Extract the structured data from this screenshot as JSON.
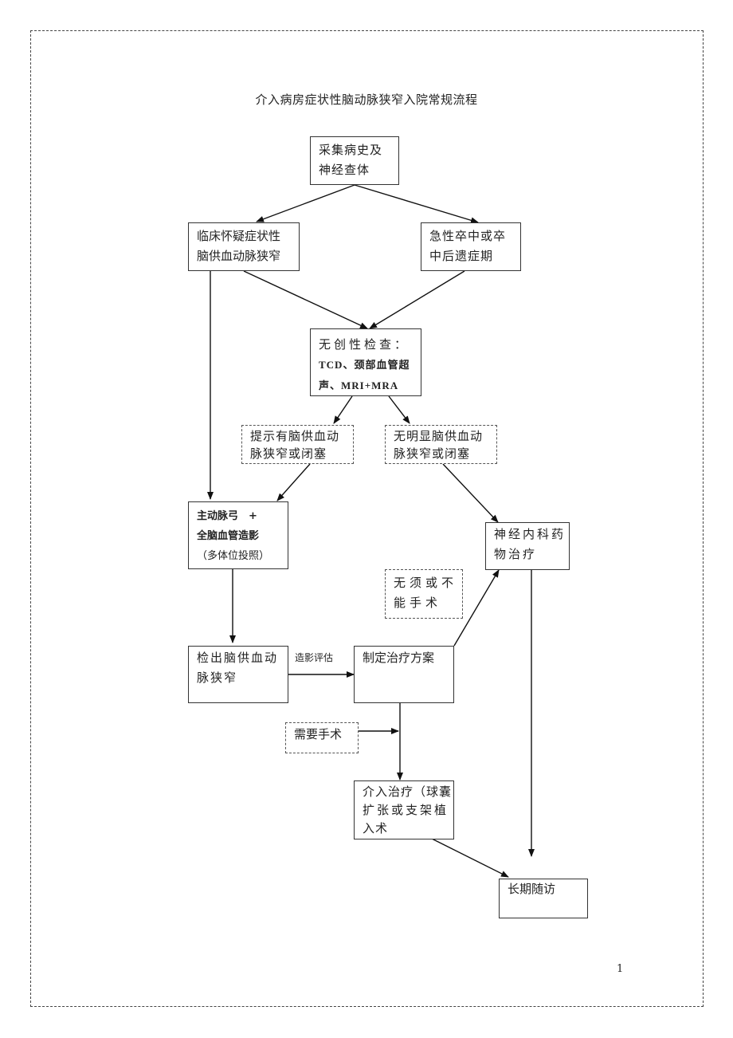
{
  "title": "介入病房症状性脑动脉狭窄入院常规流程",
  "page_number": "1",
  "nodes": {
    "collect_history": {
      "lines": [
        "采集病史及",
        "神经查体"
      ]
    },
    "clinical_suspect": {
      "lines": [
        "临床怀疑症状性",
        "脑供血动脉狭窄"
      ]
    },
    "acute_stroke": {
      "lines": [
        "急性卒中或卒",
        "中后遗症期"
      ]
    },
    "noninvasive": {
      "lines": [
        "无创性检查：",
        "TCD、颈部血管超",
        "声、MRI+MRA"
      ]
    },
    "suggests_stenosis": {
      "lines": [
        "提示有脑供血动",
        "脉狭窄或闭塞"
      ]
    },
    "no_obvious_stenosis": {
      "lines": [
        "无明显脑供血动",
        "脉狭窄或闭塞"
      ]
    },
    "angiography": {
      "lines": [
        "主动脉弓　+",
        "全脑血管造影",
        "（多体位投照）"
      ]
    },
    "neuro_medication": {
      "lines": [
        "神经内科药",
        "物治疗"
      ]
    },
    "no_surgery": {
      "lines": [
        "无须或不",
        "能手术"
      ]
    },
    "detected_stenosis": {
      "lines": [
        "检出脑供血动",
        "脉狭窄"
      ]
    },
    "treatment_plan": {
      "lines": [
        "制定治疗方案"
      ]
    },
    "needs_surgery": {
      "lines": [
        "需要手术"
      ]
    },
    "interventional": {
      "lines": [
        "介入治疗（球囊",
        "扩张或支架植",
        "入术"
      ]
    },
    "long_term_followup": {
      "lines": [
        "长期随访"
      ]
    }
  },
  "edge_labels": {
    "angio_eval": "造影评估"
  },
  "colors": {
    "line": "#111111",
    "border": "#333333"
  }
}
